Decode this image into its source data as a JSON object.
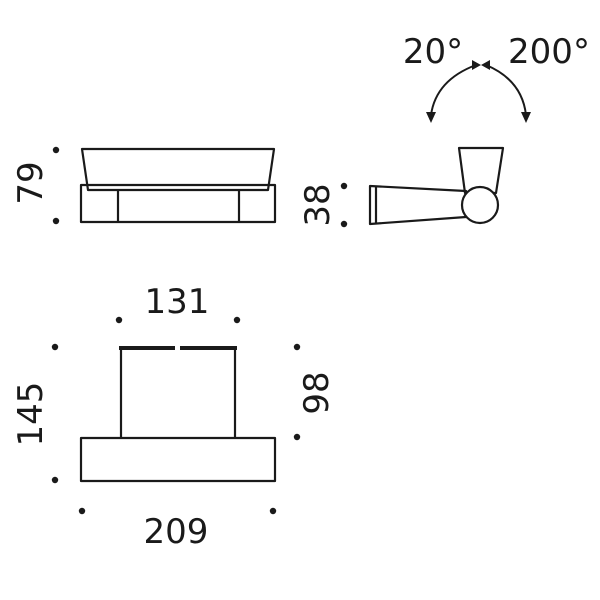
{
  "front_view": {
    "height_label": "79"
  },
  "side_view": {
    "height_label": "38",
    "angle_left_label": "20°",
    "angle_right_label": "200°"
  },
  "top_view": {
    "inner_width_label": "131",
    "total_height_label": "145",
    "inner_height_label": "98",
    "total_width_label": "209"
  },
  "colors": {
    "line": "#1a1a1a",
    "background": "#ffffff"
  }
}
